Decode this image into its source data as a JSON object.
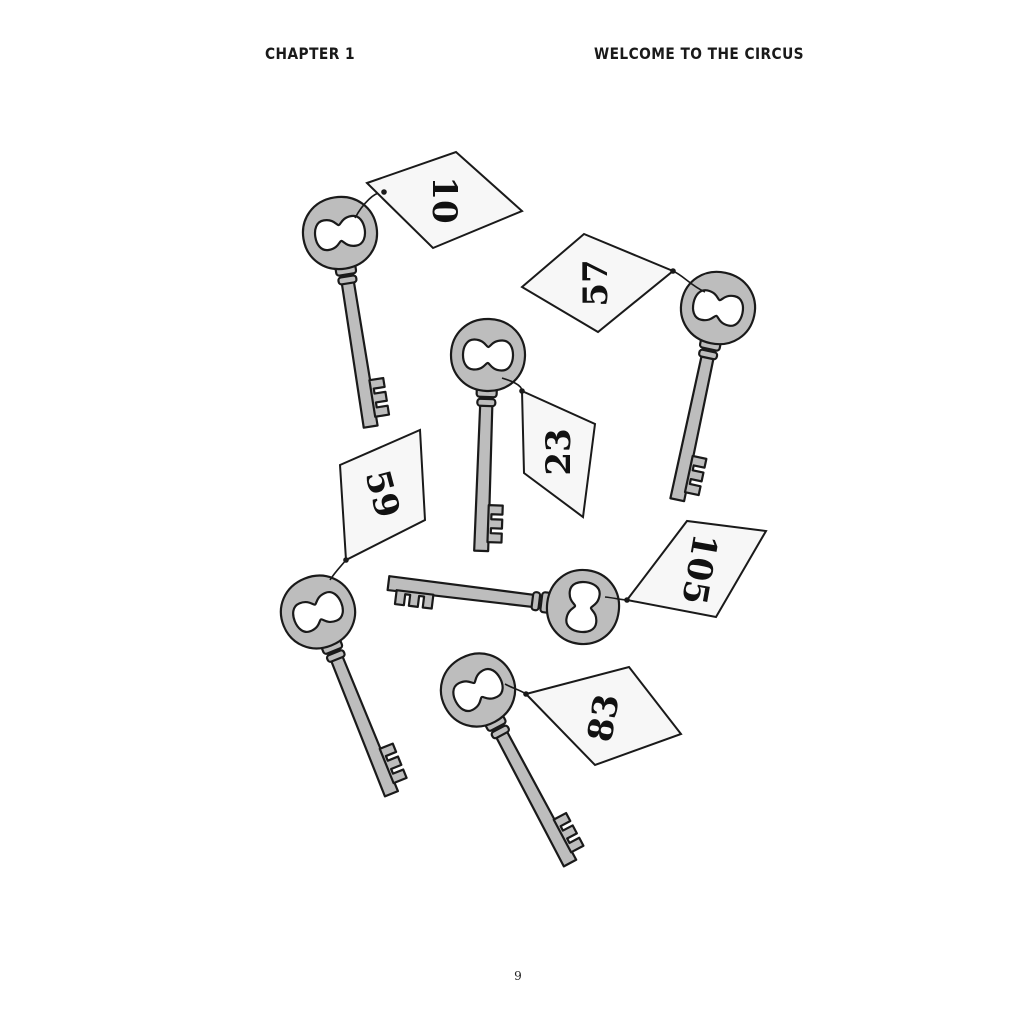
{
  "header": {
    "chapter": "CHAPTER 1",
    "title": "WELCOME TO THE CIRCUS"
  },
  "keys": [
    {
      "tag": "10"
    },
    {
      "tag": "57"
    },
    {
      "tag": "23"
    },
    {
      "tag": "59"
    },
    {
      "tag": "105"
    },
    {
      "tag": "83"
    }
  ],
  "footer": {
    "page_number": "9"
  },
  "colors": {
    "key_fill": "#bdbdbd",
    "tag_fill": "#f7f7f7",
    "ink": "#1a1a1a"
  }
}
